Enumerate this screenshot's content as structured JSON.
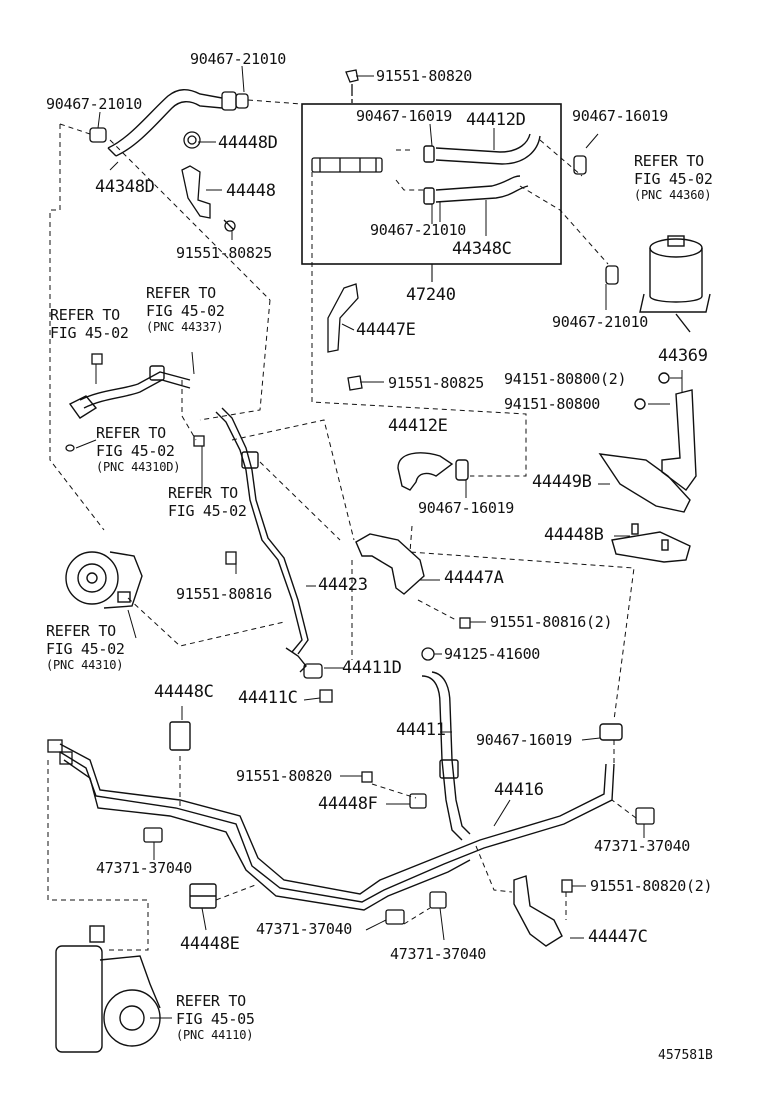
{
  "labels": {
    "p90467_21010_a": "90467-21010",
    "p90467_21010_b": "90467-21010",
    "p91551_80820_top": "91551-80820",
    "p90467_16019_a": "90467-16019",
    "p44412d": "44412D",
    "p90467_16019_b": "90467-16019",
    "p44448d": "44448D",
    "p44348d": "44348D",
    "p44448": "44448",
    "p91551_80825_a": "91551-80825",
    "p90467_21010_c": "90467-21010",
    "p44348c": "44348C",
    "p47240": "47240",
    "p90467_21010_d": "90467-21010",
    "p44447e": "44447E",
    "p91551_80825_b": "91551-80825",
    "p44369": "44369",
    "p94151_80800_2": "94151-80800(2)",
    "p94151_80800": "94151-80800",
    "p44412e": "44412E",
    "p44449b": "44449B",
    "p90467_16019_c": "90467-16019",
    "p44448b": "44448B",
    "p44447a": "44447A",
    "p91551_80816": "91551-80816",
    "p44423": "44423",
    "p91551_80816_2": "91551-80816(2)",
    "p94125_41600": "94125-41600",
    "p44411d": "44411D",
    "p44448c": "44448C",
    "p44411c": "44411C",
    "p44411": "44411",
    "p90467_16019_d": "90467-16019",
    "p91551_80820_mid": "91551-80820",
    "p44448f": "44448F",
    "p44416": "44416",
    "p47371_37040_a": "47371-37040",
    "p47371_37040_b": "47371-37040",
    "p91551_80820_2": "91551-80820(2)",
    "p47371_37040_c": "47371-37040",
    "p47371_37040_d": "47371-37040",
    "p44447c": "44447C",
    "p44448e": "44448E"
  },
  "references": {
    "fig45_02_pnc44360": {
      "line1": "REFER TO",
      "line2": "FIG 45-02",
      "pnc": "(PNC 44360)"
    },
    "fig45_02_left": {
      "line1": "REFER TO",
      "line2": "FIG 45-02"
    },
    "fig45_02_pnc44337": {
      "line1": "REFER TO",
      "line2": "FIG 45-02",
      "pnc": "(PNC 44337)"
    },
    "fig45_02_pnc44310d": {
      "line1": "REFER TO",
      "line2": "FIG 45-02",
      "pnc": "(PNC 44310D)"
    },
    "fig45_02_mid": {
      "line1": "REFER TO",
      "line2": "FIG 45-02"
    },
    "fig45_02_pnc44310": {
      "line1": "REFER TO",
      "line2": "FIG 45-02",
      "pnc": "(PNC 44310)"
    },
    "fig45_05_pnc44110": {
      "line1": "REFER TO",
      "line2": "FIG 45-05",
      "pnc": "(PNC 44110)"
    }
  },
  "illustration_code": "457581B"
}
